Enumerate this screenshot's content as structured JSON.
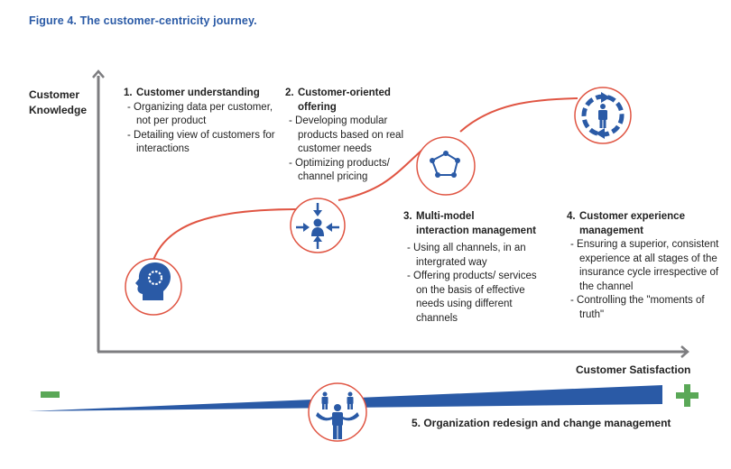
{
  "figure": {
    "title": "Figure 4. The customer-centricity journey."
  },
  "axes": {
    "y_label_line1": "Customer",
    "y_label_line2": "Knowledge",
    "x_label": "Customer Satisfaction"
  },
  "colors": {
    "brand_blue": "#2a5aa6",
    "curve_red": "#e05543",
    "axis_gray": "#7d7d80",
    "minus_green": "#5aa857",
    "plus_green": "#5aa857"
  },
  "steps": [
    {
      "number": "1.",
      "title_line1": "Customer understanding",
      "title_line2": "",
      "icon": "head-gear-icon",
      "bullets": [
        "Organizing data per customer, not  per product",
        "Detailing view of customers for interactions"
      ]
    },
    {
      "number": "2.",
      "title_line1": "Customer-oriented",
      "title_line2": "offering",
      "icon": "person-arrows-converging-icon",
      "bullets": [
        "Developing modular products based on real customer needs",
        "Optimizing products/ channel pricing"
      ]
    },
    {
      "number": "3.",
      "title_line1": "Multi-model",
      "title_line2": "interaction management",
      "icon": "pentagon-network-icon",
      "bullets": [
        "Using all channels, in an intergrated way",
        "Offering products/ services  on the basis of effective needs using different channels"
      ]
    },
    {
      "number": "4.",
      "title_line1": "Customer experience",
      "title_line2": "management",
      "icon": "person-cycle-icon",
      "bullets": [
        "Ensuring a superior, consistent experience at all stages of the insurance cycle irrespective of the channel",
        "Controlling the \"moments of truth\""
      ]
    }
  ],
  "bottom": {
    "minus_symbol": "minus",
    "plus_symbol": "plus",
    "label": "5. Organization redesign and change management",
    "icon": "people-organization-icon"
  }
}
